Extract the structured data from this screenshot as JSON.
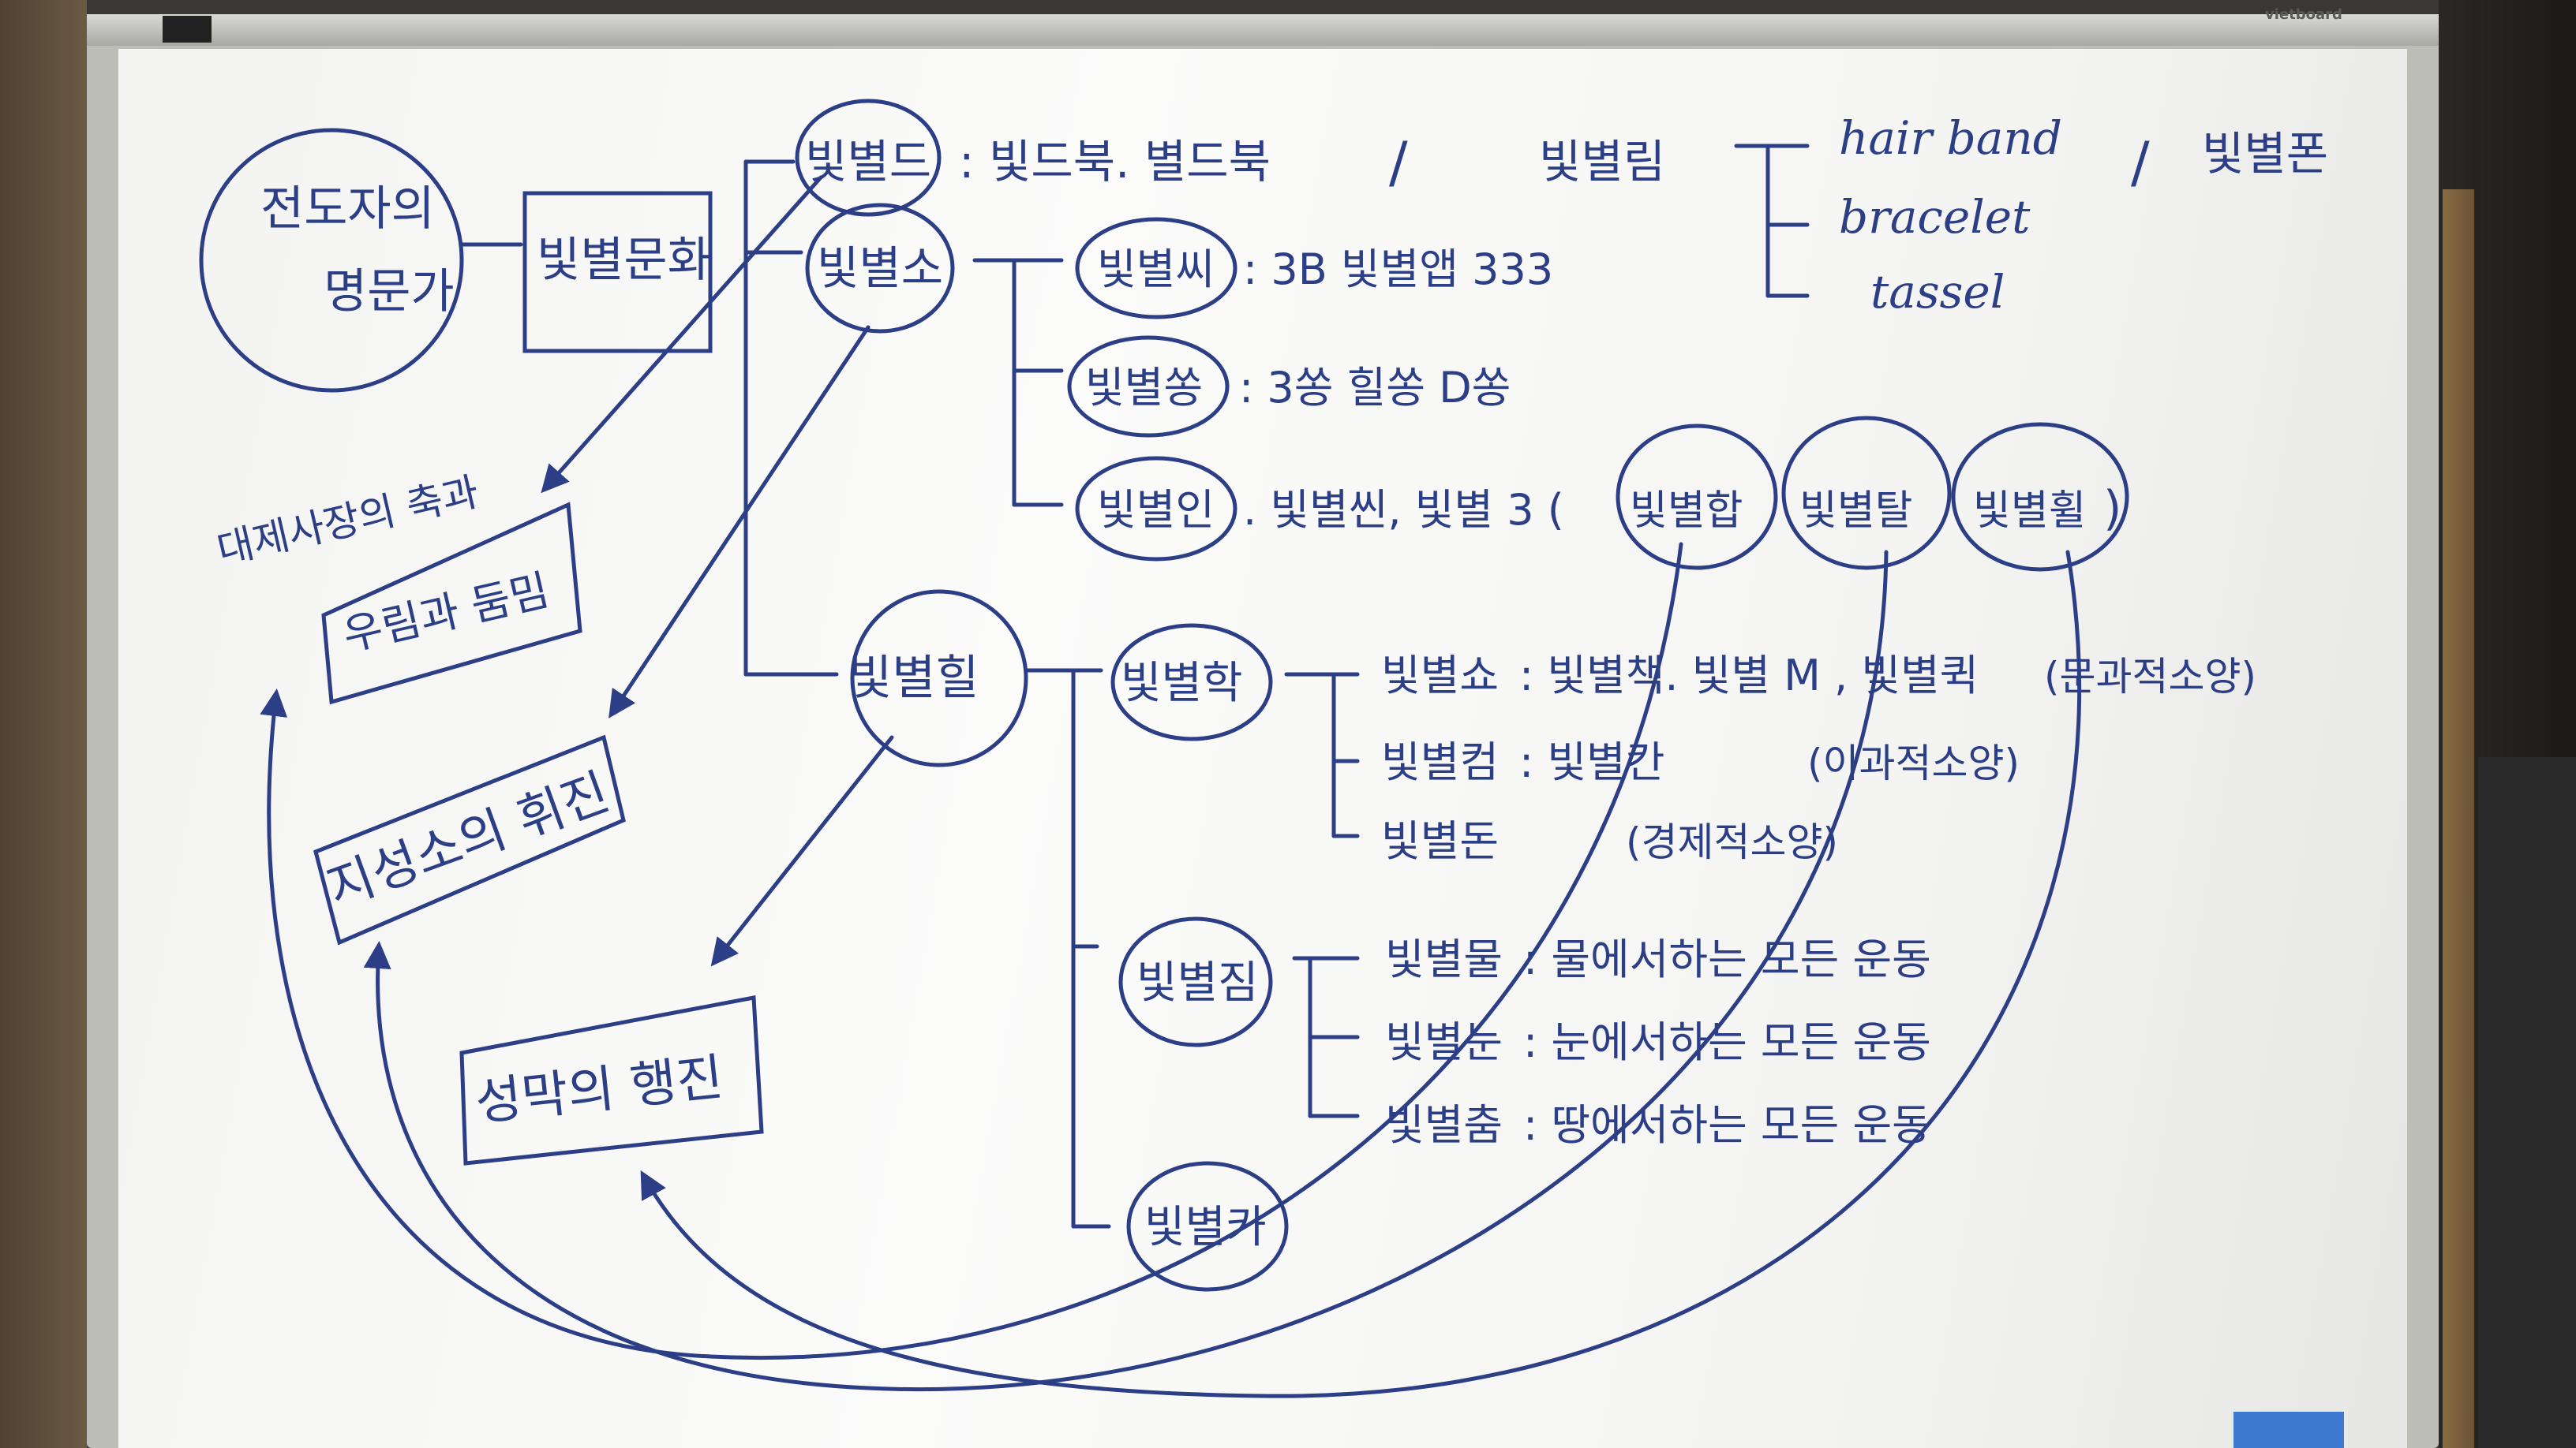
{
  "board": {
    "brand": "vietboard"
  },
  "ink_color": "#2c3f86",
  "root": {
    "line1": "전도자의",
    "line2": "명문가"
  },
  "culture": "빛별문화",
  "branches": {
    "bitbyeoldeu": {
      "label": "빛별드",
      "items": ": 빛드북. 별드북",
      "sep1": "/",
      "sub": "빛별림",
      "sub_items": [
        "hair band",
        "bracelet",
        "tassel"
      ],
      "sep2": "/",
      "extra": "빛별폰"
    },
    "bitbyeolso": {
      "label": "빛별소",
      "children": [
        {
          "label": "빛별씨",
          "text": ": 3B 빛별앱 333"
        },
        {
          "label": "빛별쏭",
          "text": ": 3쏭 힐쏭 D쏭"
        },
        {
          "label": "빛별인",
          "text": ". 빛별씬, 빛별 3 (",
          "circled": [
            "빛별합",
            "빛별탈",
            "빛별휠"
          ],
          "close": ")"
        }
      ]
    },
    "bitbyeolhil": {
      "label": "빛별힐",
      "hak": {
        "label": "빛별학",
        "rows": [
          {
            "name": "빛별쇼",
            "text": ": 빛별책. 빛별 M , 빛별퀵",
            "note": "(문과적소양)"
          },
          {
            "name": "빛별컴",
            "text": ": 빛별칸",
            "note": "(이과적소양)"
          },
          {
            "name": "빛별돈",
            "text": "",
            "note": "(경제적소양)"
          }
        ]
      },
      "jim": {
        "label": "빛별짐",
        "rows": [
          {
            "name": "빛별물",
            "text": ": 물에서하는 모든 운동"
          },
          {
            "name": "빛별눈",
            "text": ": 눈에서하는 모든 운동"
          },
          {
            "name": "빛별춤",
            "text": ": 땅에서하는 모든 운동"
          }
        ]
      },
      "ka": {
        "label": "빛별카"
      }
    }
  },
  "outcomes": {
    "empire": {
      "title": "대제사장의 축과",
      "box": "우림과 둠밈"
    },
    "knowledge": "지성소의 휘진",
    "holy": "성막의 행진"
  }
}
